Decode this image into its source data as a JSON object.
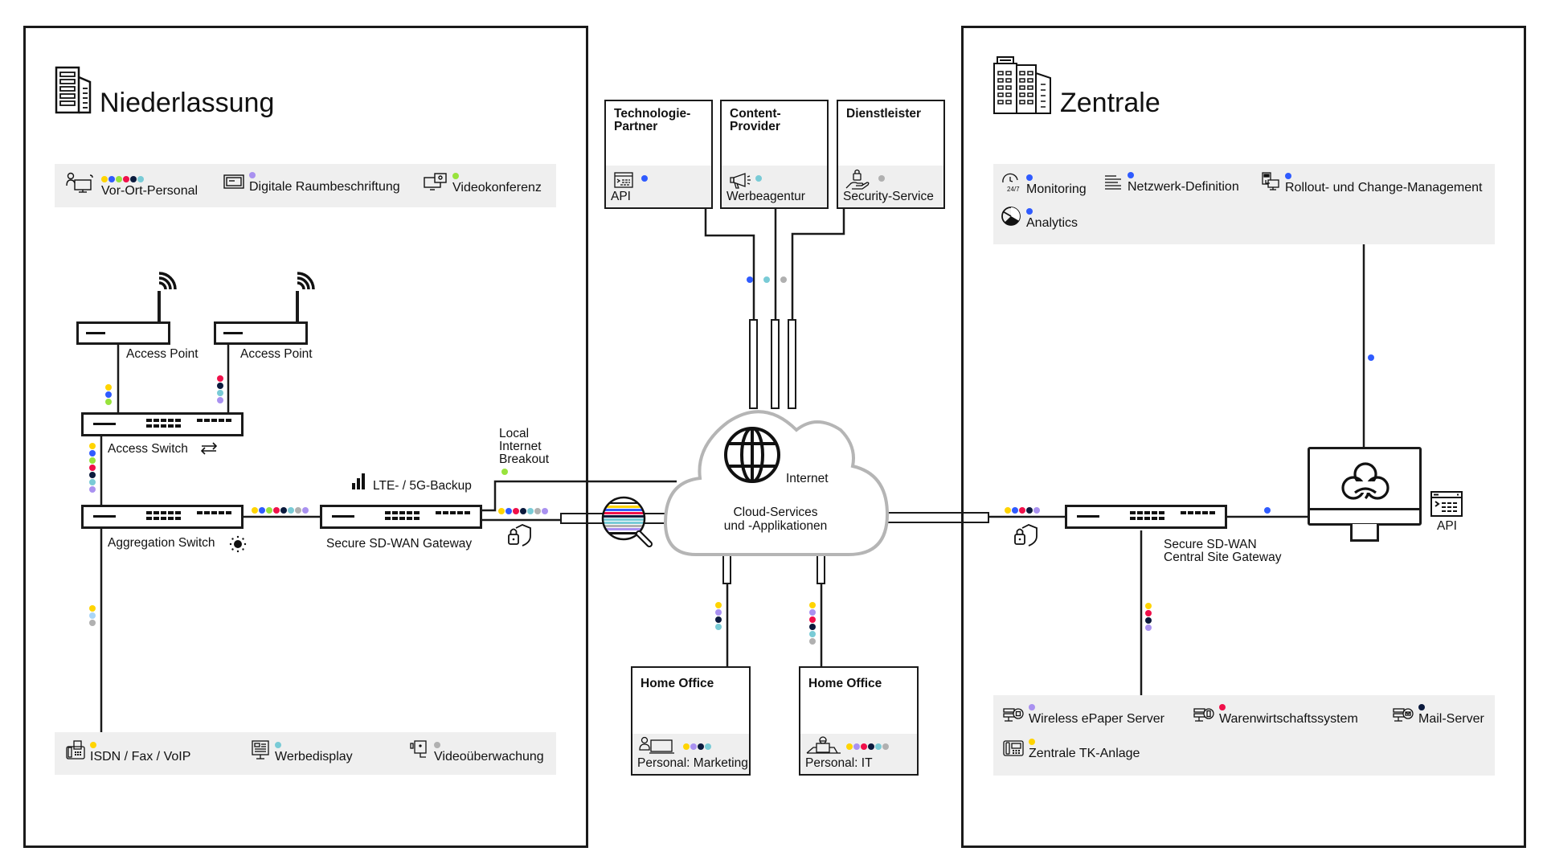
{
  "colors": {
    "yellow": "#FFD400",
    "blue": "#2F5BFF",
    "green": "#98E33C",
    "red": "#F0104A",
    "navy": "#0B1A3D",
    "teal": "#79CBD6",
    "grey": "#B0B0B0",
    "lavender": "#A991F0",
    "lightblue": "#A9D5F7"
  },
  "niederlassung": {
    "title": "Niederlassung",
    "icon": "office-building-icon",
    "top_services": [
      {
        "label": "Vor-Ort-Personal",
        "icon": "staff-computer-icon",
        "dots": [
          "yellow",
          "blue",
          "green",
          "red",
          "navy",
          "teal"
        ]
      },
      {
        "label": "Digitale Raumbeschriftung",
        "icon": "digital-signage-icon",
        "dots": [
          "lavender"
        ]
      },
      {
        "label": "Videokonferenz",
        "icon": "video-conference-icon",
        "dots": [
          "green"
        ]
      }
    ],
    "bottom_services": [
      {
        "label": "ISDN / Fax / VoIP",
        "icon": "fax-phone-icon",
        "dots": [
          "yellow"
        ]
      },
      {
        "label": "Werbedisplay",
        "icon": "advertising-display-icon",
        "dots": [
          "teal"
        ]
      },
      {
        "label": "Videoüberwachung",
        "icon": "security-camera-icon",
        "dots": [
          "grey"
        ]
      }
    ],
    "devices": {
      "access_point_1": "Access Point",
      "access_point_2": "Access Point",
      "access_switch": "Access Switch",
      "aggregation_switch": "Aggregation Switch",
      "sdwan_gateway": "Secure SD-WAN Gateway",
      "lte_backup": "LTE- / 5G-Backup",
      "local_breakout": [
        "Local",
        "Internet",
        "Breakout"
      ]
    },
    "links": {
      "ap1_to_switch": [
        "yellow",
        "blue",
        "green"
      ],
      "ap2_to_switch": [
        "red",
        "navy",
        "teal",
        "lavender"
      ],
      "access_to_aggregation": [
        "yellow",
        "blue",
        "green",
        "red",
        "navy",
        "teal",
        "lavender"
      ],
      "aggregation_to_gateway": [
        "yellow",
        "blue",
        "green",
        "red",
        "navy",
        "teal",
        "grey",
        "lavender"
      ],
      "aggregation_to_bottom": [
        "yellow",
        "lightblue",
        "grey"
      ],
      "gateway_to_internet": [
        "yellow",
        "blue",
        "red",
        "navy",
        "teal",
        "grey",
        "lavender"
      ],
      "local_breakout": [
        "green"
      ]
    }
  },
  "internet": {
    "label": "Internet",
    "cloud_label": [
      "Cloud-Services",
      "und -Applikationen"
    ],
    "partners": [
      {
        "head": [
          "Technologie-",
          "Partner"
        ],
        "label": "API",
        "icon": "api-terminal-icon",
        "dots": [
          "blue"
        ]
      },
      {
        "head": [
          "Content-",
          "Provider"
        ],
        "label": "Werbeagentur",
        "icon": "megaphone-icon",
        "dots": [
          "teal"
        ]
      },
      {
        "head": [
          "Dienstleister"
        ],
        "label": "Security-Service",
        "icon": "hand-lock-icon",
        "dots": [
          "grey"
        ]
      }
    ],
    "partner_link_dots": [
      "blue",
      "teal",
      "grey"
    ],
    "home_offices": [
      {
        "head": "Home Office",
        "label": "Personal: Marketing",
        "icon": "person-laptop-icon",
        "dots": [
          "yellow",
          "lavender",
          "navy",
          "teal"
        ]
      },
      {
        "head": "Home Office",
        "label": "Personal: IT",
        "icon": "it-person-laptop-icon",
        "dots": [
          "yellow",
          "lavender",
          "red",
          "navy",
          "teal",
          "grey"
        ]
      }
    ]
  },
  "zentrale": {
    "title": "Zentrale",
    "icon": "headquarters-building-icon",
    "top_services": [
      {
        "label": "Monitoring",
        "icon": "clock-24-7-icon",
        "dots": [
          "blue"
        ]
      },
      {
        "label": "Netzwerk-Definition",
        "icon": "text-lines-icon",
        "dots": [
          "blue"
        ]
      },
      {
        "label": "Rollout- und Change-Management",
        "icon": "deploy-screens-icon",
        "dots": [
          "blue"
        ]
      },
      {
        "label": "Analytics",
        "icon": "pie-chart-icon",
        "dots": [
          "blue"
        ]
      }
    ],
    "bottom_services": [
      {
        "label": "Wireless ePaper Server",
        "icon": "server-epaper-icon",
        "dots": [
          "lavender"
        ]
      },
      {
        "label": "Warenwirtschaftssystem",
        "icon": "server-erp-icon",
        "dots": [
          "red"
        ]
      },
      {
        "label": "Mail-Server",
        "icon": "server-mail-icon",
        "dots": [
          "navy"
        ]
      },
      {
        "label": "Zentrale TK-Anlage",
        "icon": "pbx-phone-icon",
        "dots": [
          "yellow"
        ]
      }
    ],
    "devices": {
      "central_gateway": [
        "Secure SD-WAN",
        "Central Site Gateway"
      ],
      "orchestrator_api": "API"
    },
    "links": {
      "internet_to_gateway": [
        "yellow",
        "blue",
        "red",
        "navy",
        "lavender"
      ],
      "gateway_to_orchestrator": [
        "blue"
      ],
      "orchestrator_to_services": [
        "blue"
      ],
      "gateway_to_bottom": [
        "yellow",
        "red",
        "navy",
        "lavender"
      ]
    }
  }
}
